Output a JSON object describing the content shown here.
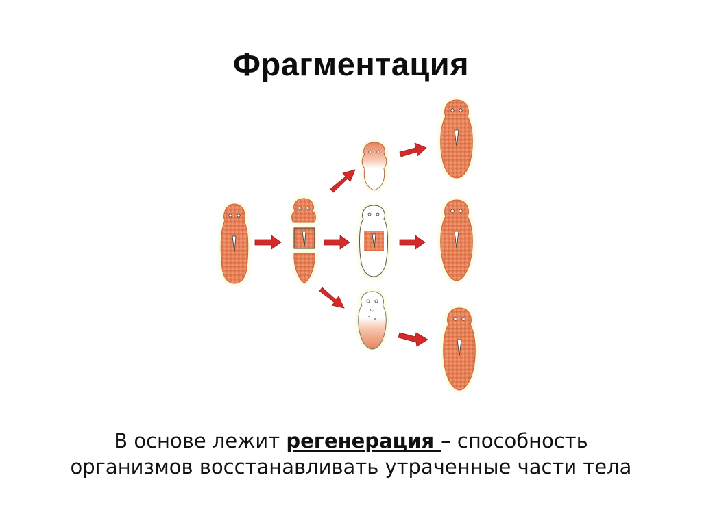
{
  "title": "Фрагментация",
  "caption": {
    "lead": "В основе лежит ",
    "term": "регенерация ",
    "rest": "– способность",
    "line2": "организмов восстанавливать утраченные части тела"
  },
  "colors": {
    "body_fill": "#e7845c",
    "body_glow": "#f4ef9a",
    "arrow": "#d42a2a",
    "regrowth": "#ffffff"
  }
}
